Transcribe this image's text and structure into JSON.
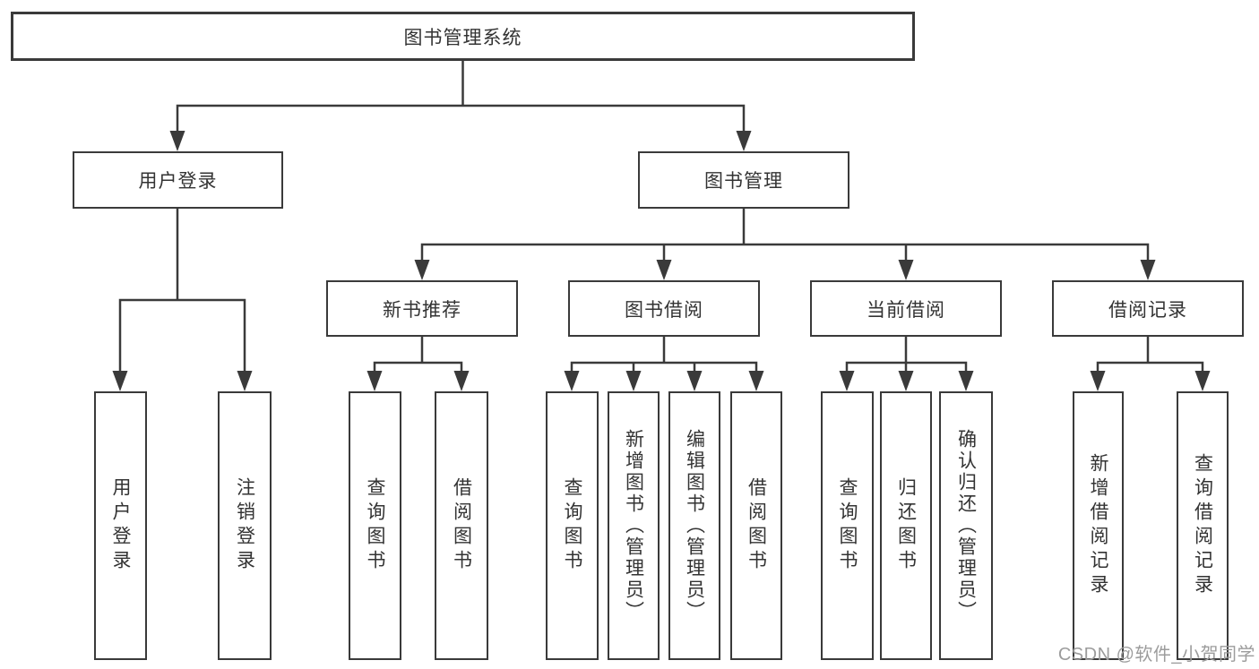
{
  "tree": {
    "root": {
      "label": "图书管理系统"
    },
    "children": [
      {
        "label": "用户登录",
        "children": [
          {
            "label": "用户登录"
          },
          {
            "label": "注销登录"
          }
        ]
      },
      {
        "label": "图书管理",
        "children": [
          {
            "label": "新书推荐",
            "children": [
              {
                "label": "查询图书"
              },
              {
                "label": "借阅图书"
              }
            ]
          },
          {
            "label": "图书借阅",
            "children": [
              {
                "label": "查询图书"
              },
              {
                "label": "新增图书（管理员）"
              },
              {
                "label": "编辑图书（管理员）"
              },
              {
                "label": "借阅图书"
              }
            ]
          },
          {
            "label": "当前借阅",
            "children": [
              {
                "label": "查询图书"
              },
              {
                "label": "归还图书"
              },
              {
                "label": "确认归还（管理员）"
              }
            ]
          },
          {
            "label": "借阅记录",
            "children": [
              {
                "label": "新增借阅记录"
              },
              {
                "label": "查询借阅记录"
              }
            ]
          }
        ]
      }
    ]
  },
  "watermark": "CSDN @软件_小贺同学",
  "colors": {
    "line": "#3a3a3a",
    "text": "#333333",
    "watermark": "#9c9c9c",
    "background": "#ffffff"
  }
}
